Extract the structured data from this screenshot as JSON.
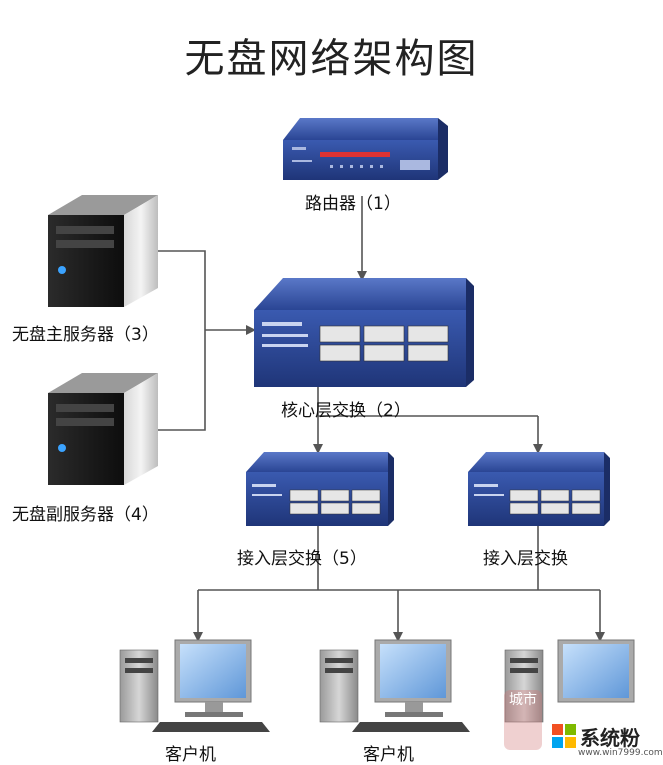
{
  "title": "无盘网络架构图",
  "labels": {
    "router": "路由器（1）",
    "core_switch": "核心层交换（2）",
    "main_server": "无盘主服务器（3）",
    "backup_server": "无盘副服务器（4）",
    "access_switch_left": "接入层交换（5）",
    "access_switch_right": "接入层交换",
    "client_1": "客户机",
    "client_2": "客户机"
  },
  "watermark": {
    "brand": "系统粉",
    "url": "www.win7999.com",
    "stamp": "城市"
  },
  "colors": {
    "device_blue": "#2d4a9c",
    "line": "#555555",
    "monitor_screen": "#8fb8e8"
  }
}
